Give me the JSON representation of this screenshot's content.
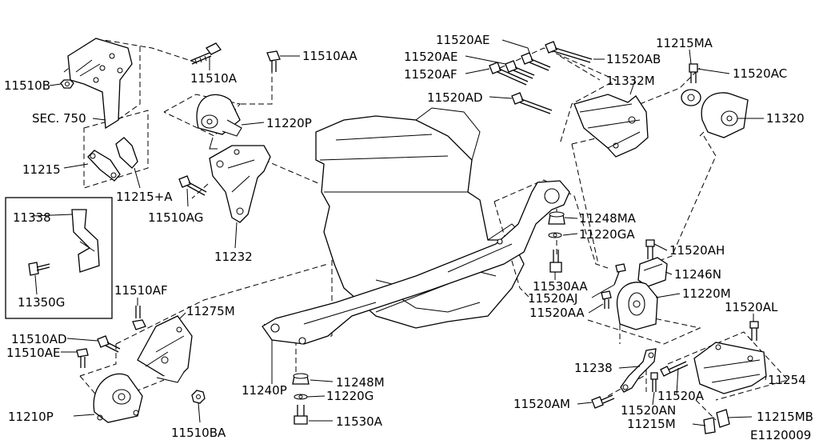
{
  "diagram_code": "E1120009",
  "inset_box": {
    "parts": [
      "11338",
      "11350G"
    ]
  },
  "callouts": [
    "11510B",
    "SEC. 750",
    "11215",
    "11215+A",
    "11510A",
    "11510AA",
    "11220P",
    "11510AG",
    "11232",
    "11338",
    "11350G",
    "11510AF",
    "11275M",
    "11510AD",
    "11510AE",
    "11210P",
    "11510BA",
    "11240P",
    "11248M",
    "11220G",
    "11530A",
    "11520AE",
    "11520AE",
    "11520AF",
    "11520AD",
    "11520AB",
    "11332M",
    "11215MA",
    "11520AC",
    "11320",
    "11248MA",
    "11220GA",
    "11530AA",
    "11520AH",
    "11246N",
    "11520AJ",
    "11220M",
    "11520AA",
    "11520AL",
    "11238",
    "11254",
    "11520AM",
    "11520A",
    "11520AN",
    "11215M",
    "11215MB"
  ]
}
